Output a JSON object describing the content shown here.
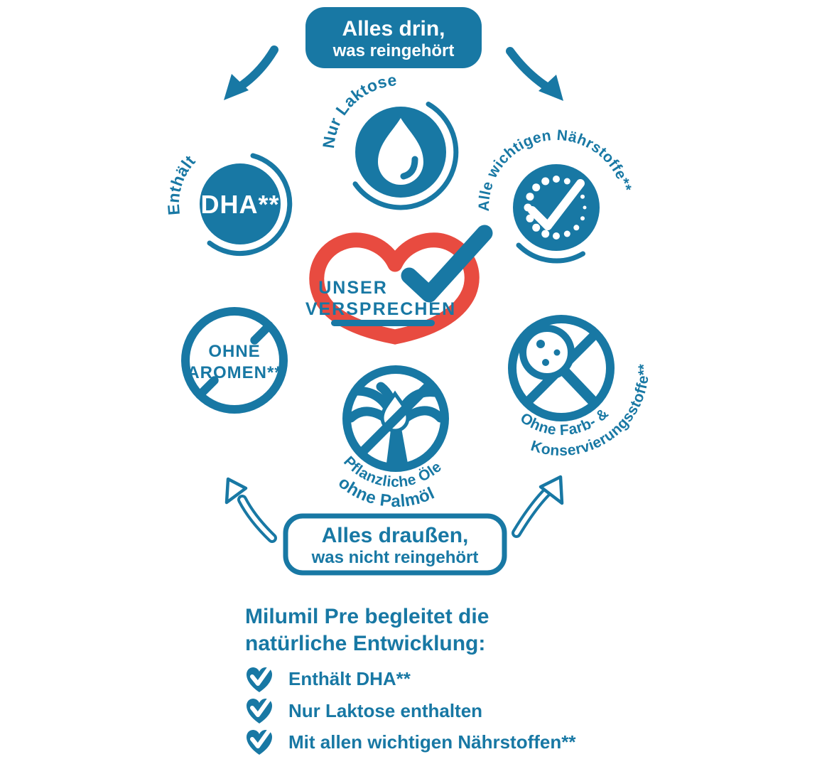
{
  "colors": {
    "brand_blue": "#1878a4",
    "brand_red": "#e84b40",
    "white": "#ffffff"
  },
  "top_banner": {
    "line1": "Alles drin,",
    "line2": "was reingehört"
  },
  "badge_laktose": {
    "curved_label": "Nur Laktose"
  },
  "badge_dha": {
    "curved_label": "Enthält",
    "center_label": "DHA**"
  },
  "badge_naehrstoffe": {
    "curved_label": "Alle wichtigen Nährstoffe**"
  },
  "badge_aromen": {
    "line1": "OHNE",
    "line2": "AROMEN**"
  },
  "badge_farbstoffe": {
    "curved_line1": "Ohne Farb- &",
    "curved_line2": "Konservierungsstoffe**"
  },
  "badge_palmoel": {
    "curved_line1": "Pflanzliche Öle",
    "curved_line2": "ohne Palmöl"
  },
  "promise_heart": {
    "line1": "UNSER",
    "line2": "VERSPRECHEN"
  },
  "bottom_banner": {
    "line1": "Alles draußen,",
    "line2": "was nicht reingehört"
  },
  "footer": {
    "heading_line1": "Milumil Pre begleitet die",
    "heading_line2": "natürliche Entwicklung:",
    "bullets": [
      "Enthält DHA**",
      "Nur Laktose enthalten",
      "Mit allen wichtigen Nährstoffen**"
    ]
  }
}
